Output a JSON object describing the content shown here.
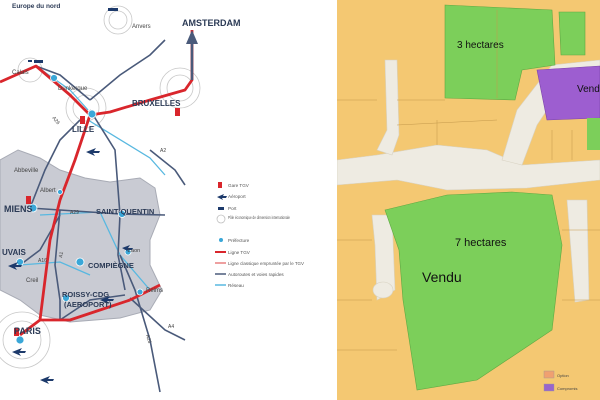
{
  "left_map": {
    "region_label": "Europe du nord",
    "cities": {
      "amsterdam": "AMSTERDAM",
      "anvers": "Anvers",
      "calais": "Calais",
      "dunkerque": "Dunkerque",
      "bruxelles": "BRUXELLES",
      "lille": "LILLE",
      "abbeville": "Abbeville",
      "albert": "Albert",
      "amiens": "MIENS",
      "saint_quentin": "SAINT-QUENTIN",
      "laon": "Laon",
      "beauvais": "UVAIS",
      "compiegne": "COMPIÈGNE",
      "creil": "Creil",
      "reims": "Reims",
      "roissy_line1": "ROISSY-CDG",
      "roissy_line2": "(AEROPORT)",
      "paris": "PARIS"
    },
    "roads": {
      "a26": "A26",
      "a2": "A2",
      "a29": "A29",
      "a16": "A16",
      "a1": "A1",
      "a4": "A4",
      "a26b": "A26"
    },
    "legend": [
      {
        "label": "Gare TGV",
        "icon": "station-icon"
      },
      {
        "label": "Aéroport",
        "icon": "airport-icon"
      },
      {
        "label": "Port",
        "icon": "port-icon"
      },
      {
        "label": "Pôle économique de dimension internationale",
        "icon": "pole-icon"
      },
      {
        "label": "Préfecture",
        "icon": "prefecture-icon"
      },
      {
        "label": "Ligne TGV",
        "icon": "tgv-line"
      },
      {
        "label": "Ligne classique empruntée par le TGV",
        "icon": "classic-line"
      },
      {
        "label": "Autoroutes et voies rapides",
        "icon": "highway-line"
      },
      {
        "label": "Réseau",
        "icon": "network-line"
      }
    ],
    "colors": {
      "tgv": "#d9262c",
      "highway": "#4a5a7a",
      "network": "#58b8e0",
      "region": "#c9cbd3",
      "pin": "#3aa7d8"
    }
  },
  "right_map": {
    "parcel_top_label": "3 hectares",
    "parcel_top_right_label": "Vendu",
    "parcel_center_label": "7 hectares",
    "parcel_center_sold_label": "Vendu",
    "legend": [
      {
        "label": "Option",
        "color": "#f0a070"
      },
      {
        "label": "Compromis",
        "color": "#9966cc"
      }
    ],
    "colors": {
      "yellow": "#f4c872",
      "green": "#7ccf5a",
      "purple": "#9d5ed0",
      "road": "#eeebe2"
    }
  }
}
